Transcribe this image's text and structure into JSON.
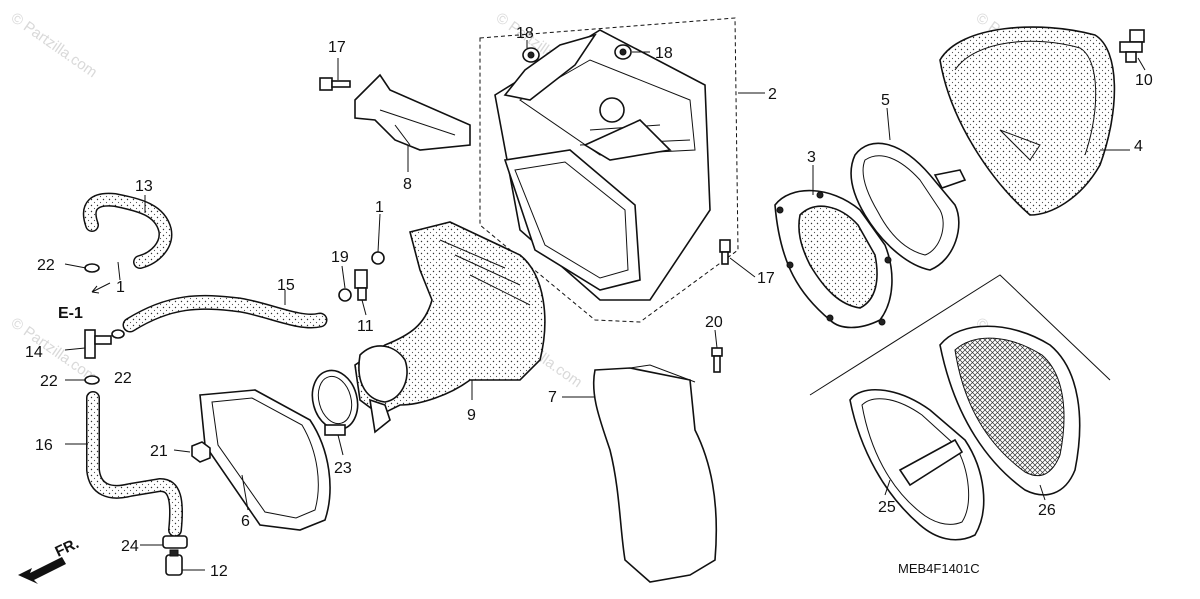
{
  "diagram_code": "MEB4F1401C",
  "section_ref": "E-1",
  "front_arrow_label": "FR.",
  "watermark": "© Partzilla.com",
  "callouts": {
    "c1a": "1",
    "c1b": "1",
    "c2": "2",
    "c3": "3",
    "c4": "4",
    "c5": "5",
    "c6": "6",
    "c7": "7",
    "c8": "8",
    "c9": "9",
    "c10": "10",
    "c11": "11",
    "c12": "12",
    "c13": "13",
    "c14": "14",
    "c15": "15",
    "c16": "16",
    "c17a": "17",
    "c17b": "17",
    "c18a": "18",
    "c18b": "18",
    "c19": "19",
    "c20": "20",
    "c21": "21",
    "c22a": "22",
    "c22b": "22",
    "c22c": "22",
    "c23": "23",
    "c24": "24",
    "c25": "25",
    "c26": "26"
  }
}
